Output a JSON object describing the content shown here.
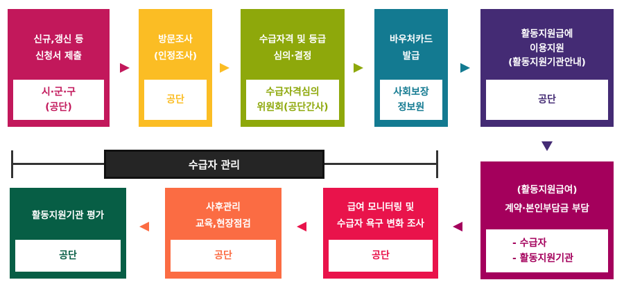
{
  "colors": {
    "step1": "#c2185b",
    "step2": "#fbbd24",
    "step3": "#8ea80b",
    "step4": "#137a91",
    "step5": "#442b74",
    "step6": "#a4005c",
    "step7": "#e9134b",
    "step8": "#fb6c43",
    "step9": "#075e45",
    "bar": "#252525"
  },
  "steps": [
    {
      "title": [
        "신규,갱신 등",
        "신청서 제출"
      ],
      "box": [
        "시·군·구",
        "(공단)"
      ]
    },
    {
      "title": [
        "방문조사",
        "(인정조사)"
      ],
      "box": [
        "공단"
      ]
    },
    {
      "title": [
        "수급자격 및 등급",
        "심의·결정"
      ],
      "box": [
        "수급자격심의",
        "위원회(공단간사)"
      ]
    },
    {
      "title": [
        "바우처카드",
        "발급"
      ],
      "box": [
        "사회보장",
        "정보원"
      ]
    },
    {
      "title": [
        "활동지원급에",
        "이용지원",
        "(활동지원기관안내)"
      ],
      "box": [
        "공단"
      ]
    },
    {
      "title": [
        "(활동지원급여)",
        "계약·본인부담금 부담"
      ],
      "box": [
        "- 수급자",
        "- 활동지원기관"
      ]
    },
    {
      "title": [
        "급여 모니터링 및",
        "수급자 욕구 변화 조사"
      ],
      "box": [
        "공단"
      ]
    },
    {
      "title": [
        "사후관리",
        "교육,현장점검"
      ],
      "box": [
        "공단"
      ]
    },
    {
      "title": [
        "활동지원기관 평가"
      ],
      "box": [
        "공단"
      ]
    }
  ],
  "management_bar": {
    "label": "수급자 관리"
  }
}
